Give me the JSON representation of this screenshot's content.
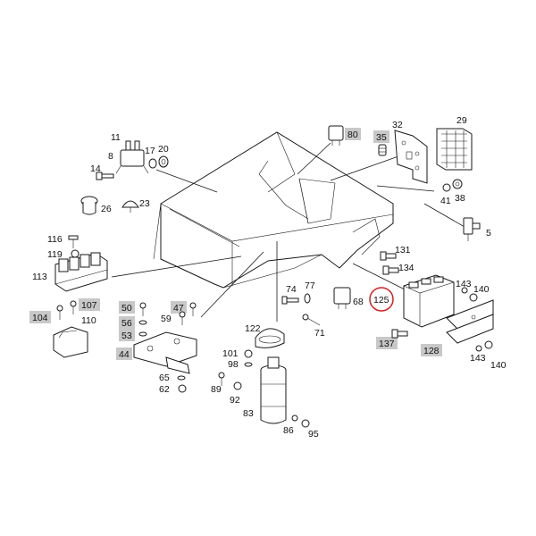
{
  "diagram": {
    "labels": {
      "l11": "11",
      "l8": "8",
      "l17": "17",
      "l20": "20",
      "l14": "14",
      "l26": "26",
      "l23": "23",
      "l80": "80",
      "l35": "35",
      "l32": "32",
      "l29": "29",
      "l41": "41",
      "l38": "38",
      "l5": "5",
      "l116": "116",
      "l119": "119",
      "l113": "113",
      "l50": "50",
      "l47": "47",
      "l56": "56",
      "l53": "53",
      "l59": "59",
      "l104": "104",
      "l107": "107",
      "l110": "110",
      "l44": "44",
      "l65": "65",
      "l62": "62",
      "l74": "74",
      "l77": "77",
      "l68": "68",
      "l71": "71",
      "l122": "122",
      "l101": "101",
      "l98": "98",
      "l89": "89",
      "l92": "92",
      "l83": "83",
      "l86": "86",
      "l95": "95",
      "l131": "131",
      "l134": "134",
      "l125": "125",
      "l143a": "143",
      "l140a": "140",
      "l137": "137",
      "l128": "128",
      "l143b": "143",
      "l140b": "140"
    },
    "highlighted_parts": [
      "80",
      "35",
      "50",
      "47",
      "56",
      "53",
      "104",
      "107",
      "44",
      "137",
      "128"
    ],
    "circled_part": "125",
    "colors": {
      "line": "#1a1a1a",
      "highlight_box": "#c8c8c8",
      "circle": "#d62020"
    }
  }
}
